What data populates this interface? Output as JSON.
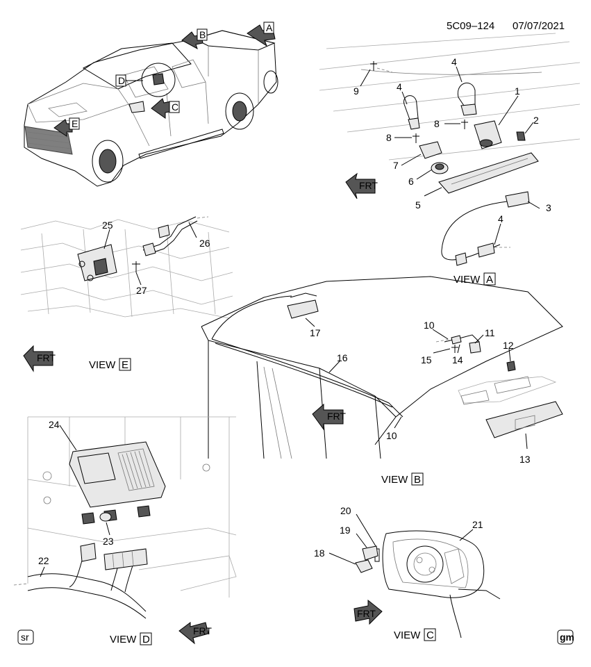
{
  "header": {
    "code": "5C09–124",
    "date": "07/07/2021"
  },
  "views": [
    {
      "id": "view-a",
      "word": "VIEW",
      "letter": "A"
    },
    {
      "id": "view-b",
      "word": "VIEW",
      "letter": "B"
    },
    {
      "id": "view-c",
      "word": "VIEW",
      "letter": "C"
    },
    {
      "id": "view-d",
      "word": "VIEW",
      "letter": "D"
    },
    {
      "id": "view-e",
      "word": "VIEW",
      "letter": "E"
    }
  ],
  "truck_callouts": [
    "A",
    "B",
    "C",
    "D",
    "E"
  ],
  "frt_label": "FRT",
  "part_numbers": [
    "1",
    "2",
    "3",
    "4",
    "4",
    "4",
    "5",
    "6",
    "7",
    "8",
    "8",
    "9",
    "10",
    "10",
    "11",
    "12",
    "13",
    "14",
    "15",
    "16",
    "17",
    "18",
    "19",
    "20",
    "21",
    "22",
    "23",
    "24",
    "25",
    "26",
    "27"
  ],
  "corner_marks": {
    "left": "sr",
    "right": "gm"
  }
}
